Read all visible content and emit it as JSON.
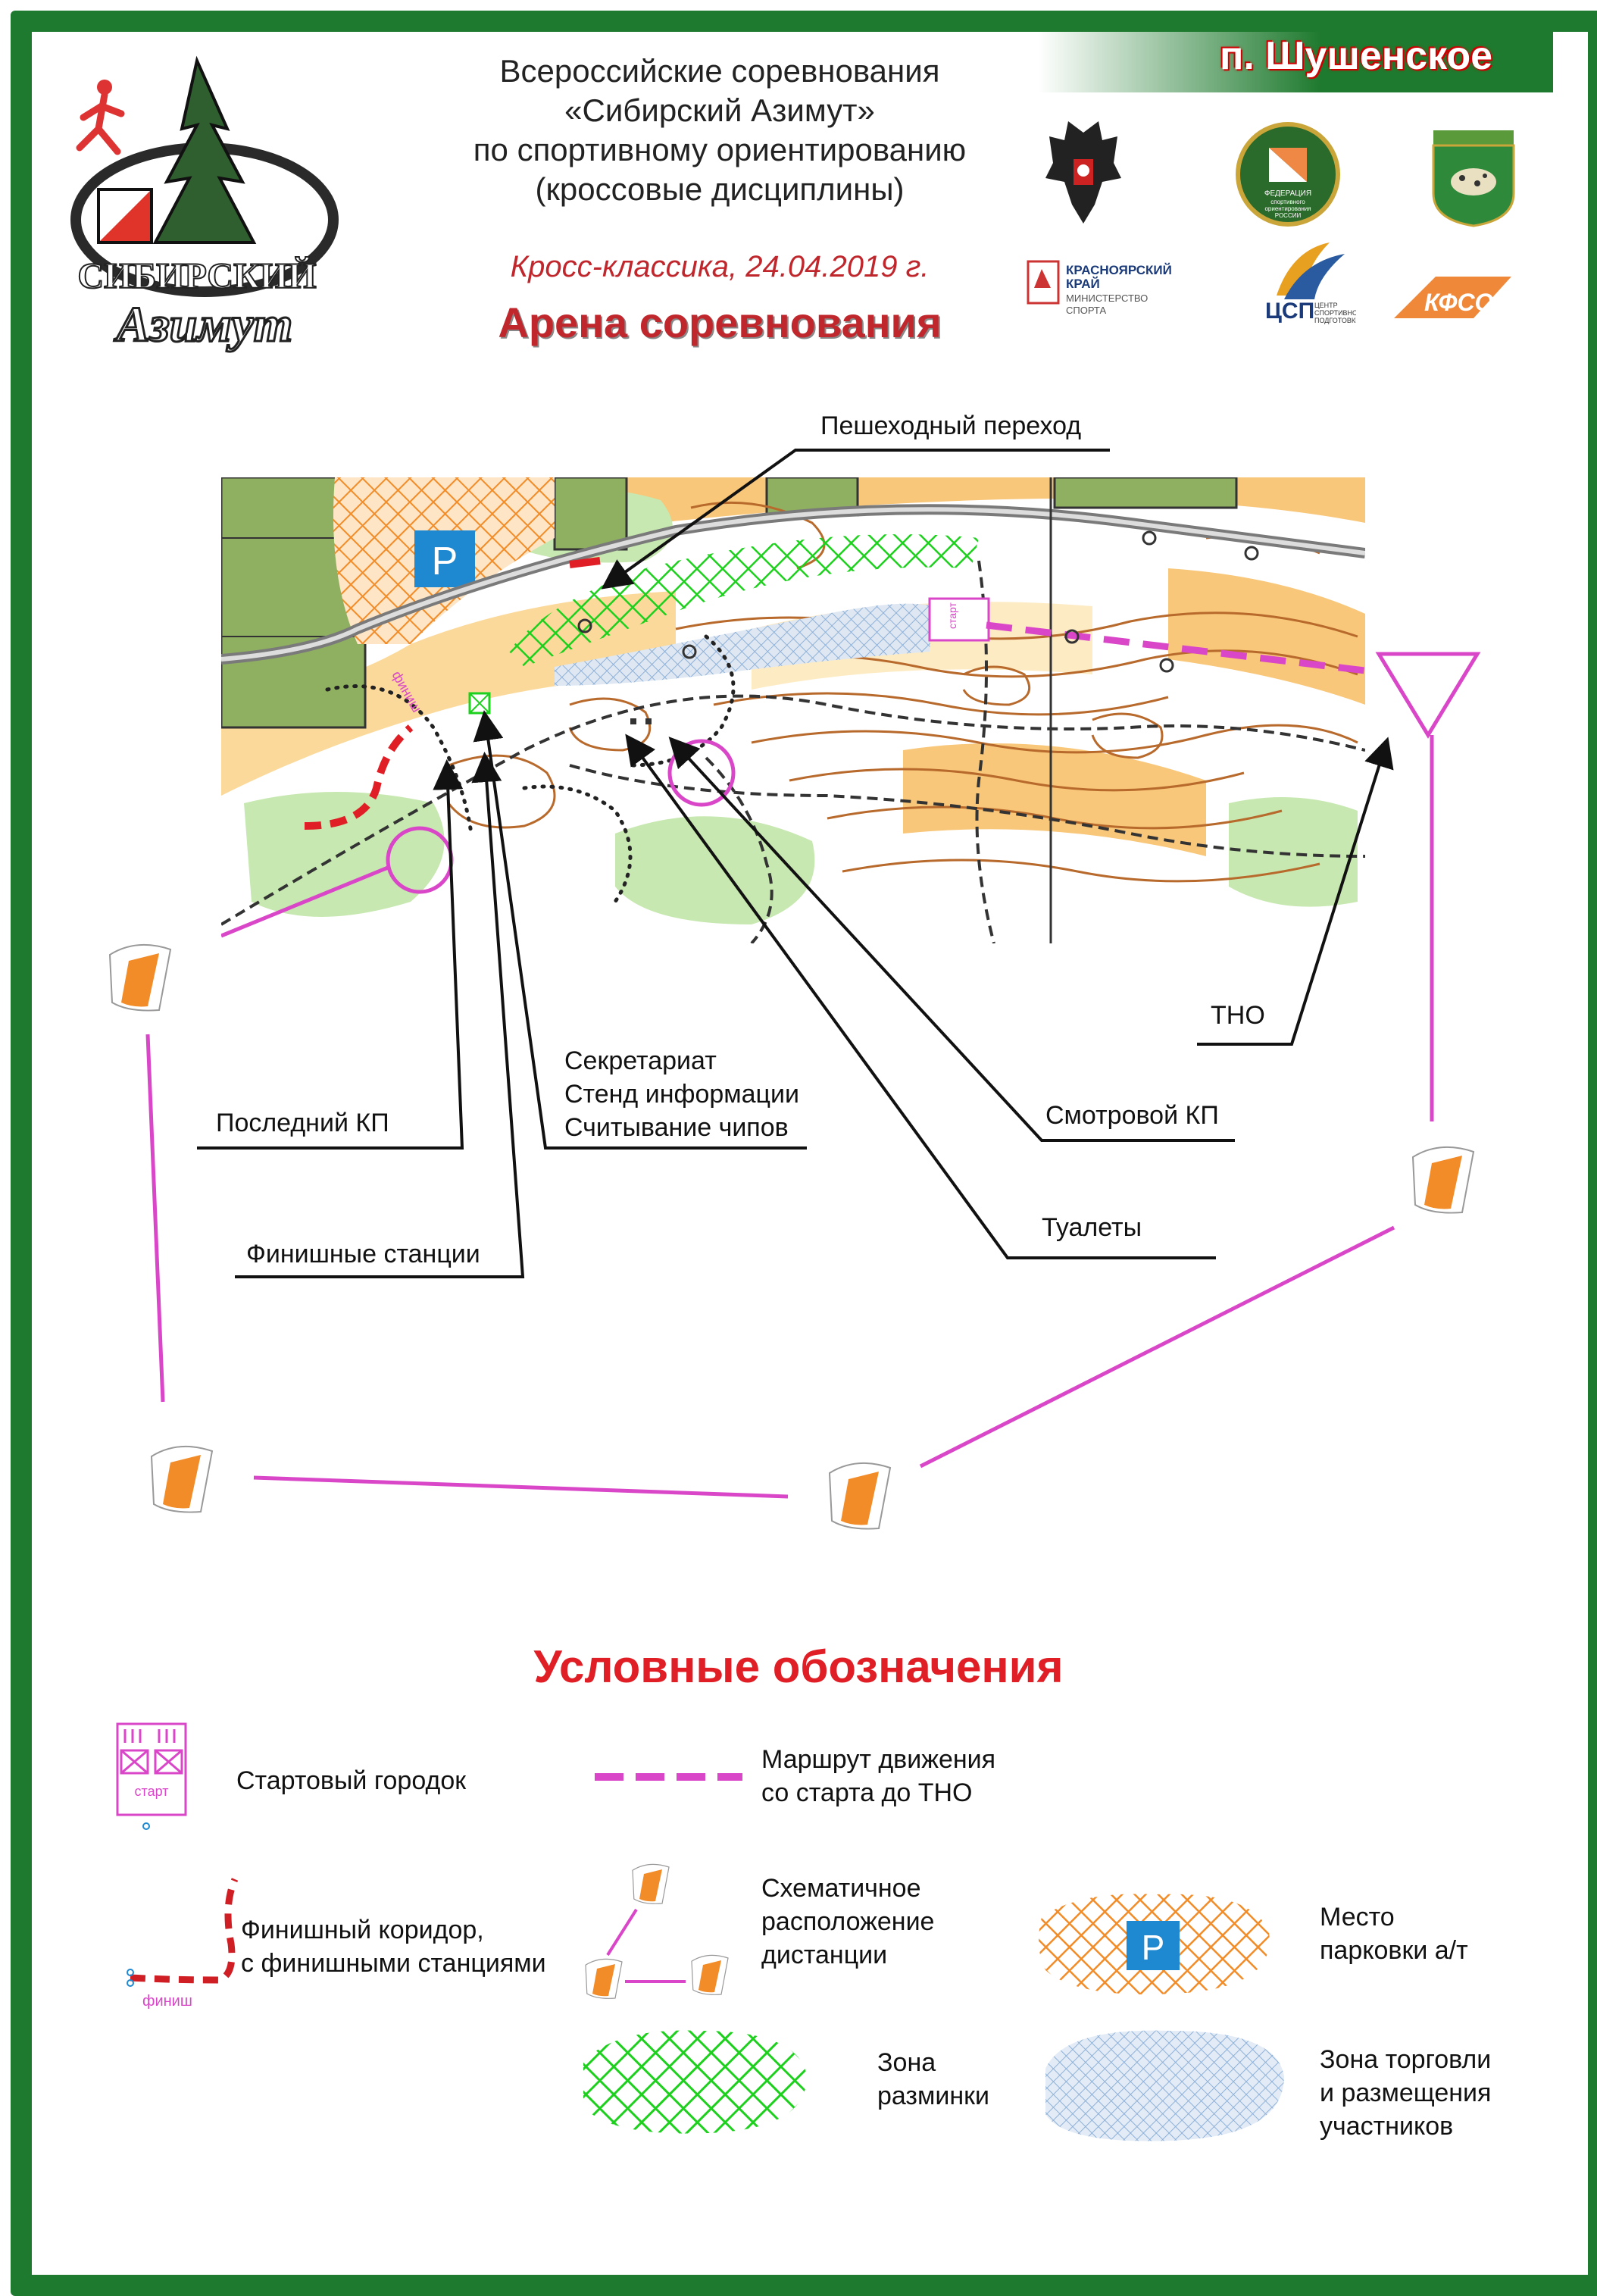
{
  "header": {
    "title_lines": [
      "Всероссийские соревнования",
      "«Сибирский Азимут»",
      "по спортивному ориентированию",
      "(кроссовые дисциплины)"
    ],
    "event": "Кросс-классика, 24.04.2019 г.",
    "arena": "Арена соревнования",
    "place": "п. Шушенское",
    "logo_text_1": "СИБИРСКИЙ",
    "logo_text_2": "Азимут"
  },
  "sponsors": {
    "krasnoyarsk": [
      "КРАСНОЯРСКИЙ",
      "КРАЙ",
      "МИНИСТЕРСТВО",
      "СПОРТА"
    ],
    "federation": [
      "ФЕДЕРАЦИЯ",
      "спортивного",
      "ориентирования",
      "РОССИИ"
    ],
    "csp": "ЦСП",
    "csp_sub": [
      "ЦЕНТР",
      "СПОРТИВНОЙ",
      "ПОДГОТОВКИ"
    ],
    "kfso": "КФСО"
  },
  "map": {
    "parking_letter": "P",
    "finish_label": "финиш",
    "start_label": "старт"
  },
  "callouts": {
    "crossing": "Пешеходный переход",
    "secretariat": [
      "Секретариат",
      "Стенд информации",
      "Считывание чипов"
    ],
    "last_cp": "Последний КП",
    "view_cp": "Смотровой КП",
    "tno": "ТНО",
    "finish_stations": "Финишные станции",
    "toilets": "Туалеты"
  },
  "legend": {
    "title": "Условные обозначения",
    "start_town": "Стартовый городок",
    "start_label": "старт",
    "route": [
      "Маршрут движения",
      "со старта до ТНО"
    ],
    "finish_corridor": [
      "Финишный коридор,",
      "с финишными станциями"
    ],
    "finish_label": "финиш",
    "schematic": [
      "Схематичное",
      "расположение",
      "дистанции"
    ],
    "parking": [
      "Место",
      "парковки а/т"
    ],
    "parking_letter": "P",
    "warmup": [
      "Зона",
      "разминки"
    ],
    "trade": [
      "Зона торговли",
      "и размещения",
      "участников"
    ]
  },
  "colors": {
    "frame": "#1e7a2e",
    "red": "#e01e25",
    "magenta": "#d946c8",
    "orange": "#f28c28"
  }
}
